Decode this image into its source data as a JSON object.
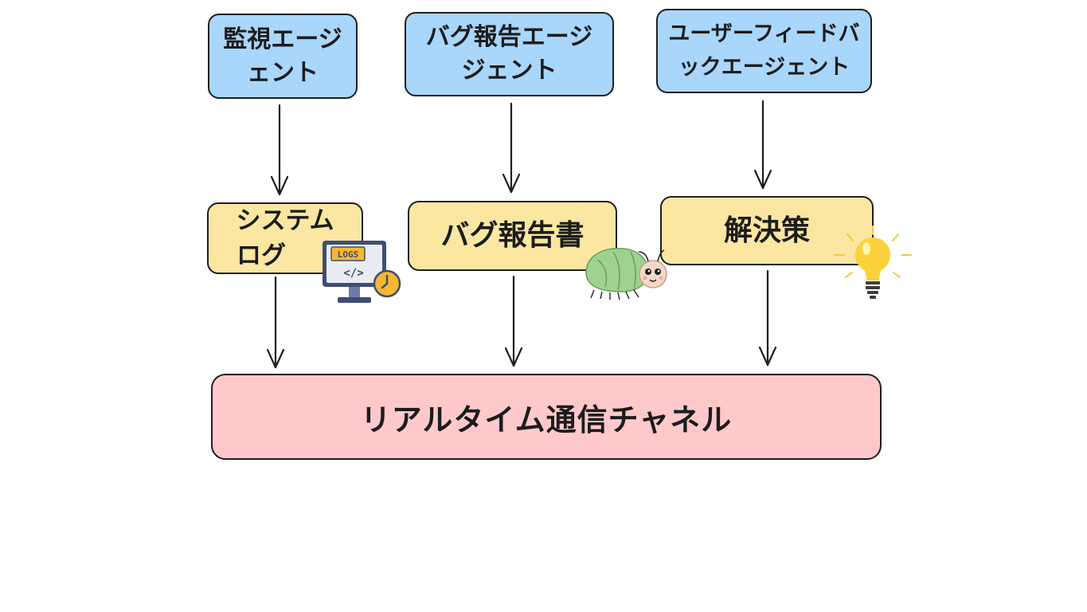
{
  "agents": [
    {
      "label_line1": "監視エージ",
      "label_line2": "ェント"
    },
    {
      "label_line1": "バグ報告エージ",
      "label_line2": "ジェント"
    },
    {
      "label_line1": "ユーザーフィードバ",
      "label_line2": "ックエージェント"
    }
  ],
  "outputs": [
    {
      "label_line1": "システム",
      "label_line2": "ログ"
    },
    {
      "label": "バグ報告書"
    },
    {
      "label": "解決策"
    }
  ],
  "channel": {
    "label": "リアルタイム通信チャネル"
  },
  "logs_icon": {
    "text": "LOGS",
    "code": "</>"
  },
  "colors": {
    "agent_fill": "#a9d6fb",
    "output_fill": "#fbe7a1",
    "channel_fill": "#ffc9cc",
    "stroke": "#1f1f1f"
  }
}
